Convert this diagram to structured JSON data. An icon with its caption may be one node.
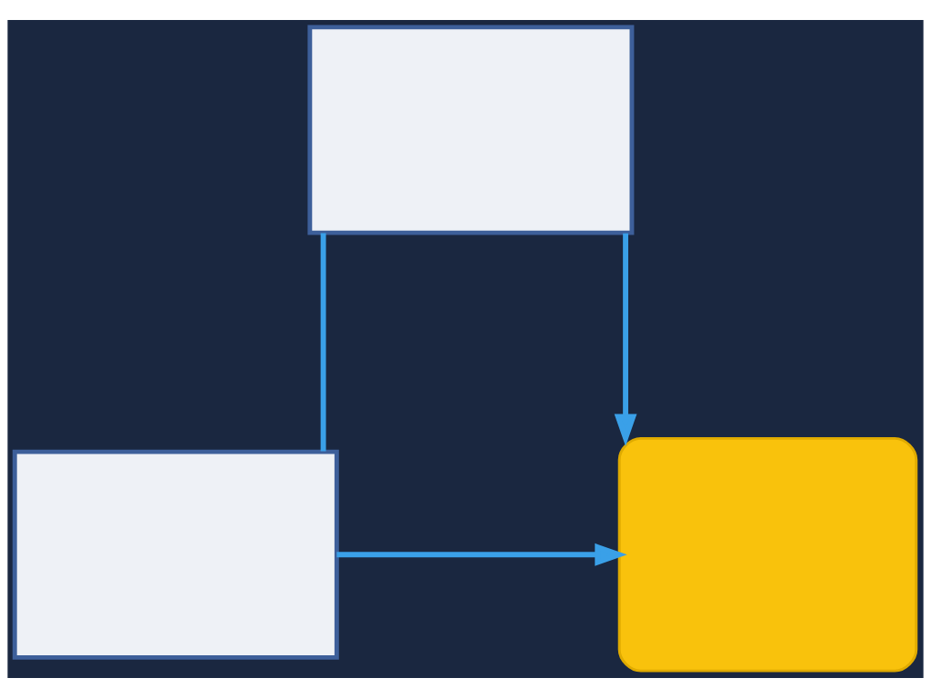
{
  "diagram": {
    "nodes": [
      {
        "text": [],
        "shape": "envelope"
      },
      {
        "text": [],
        "shape": "envelope"
      },
      {
        "text": [],
        "shape": "padlock"
      }
    ],
    "edges": [
      {
        "from": 1,
        "to": 0,
        "arrow": "none"
      },
      {
        "from": 0,
        "to": 2,
        "arrow": "to"
      },
      {
        "from": 1,
        "to": 2,
        "arrow": "to"
      }
    ]
  }
}
